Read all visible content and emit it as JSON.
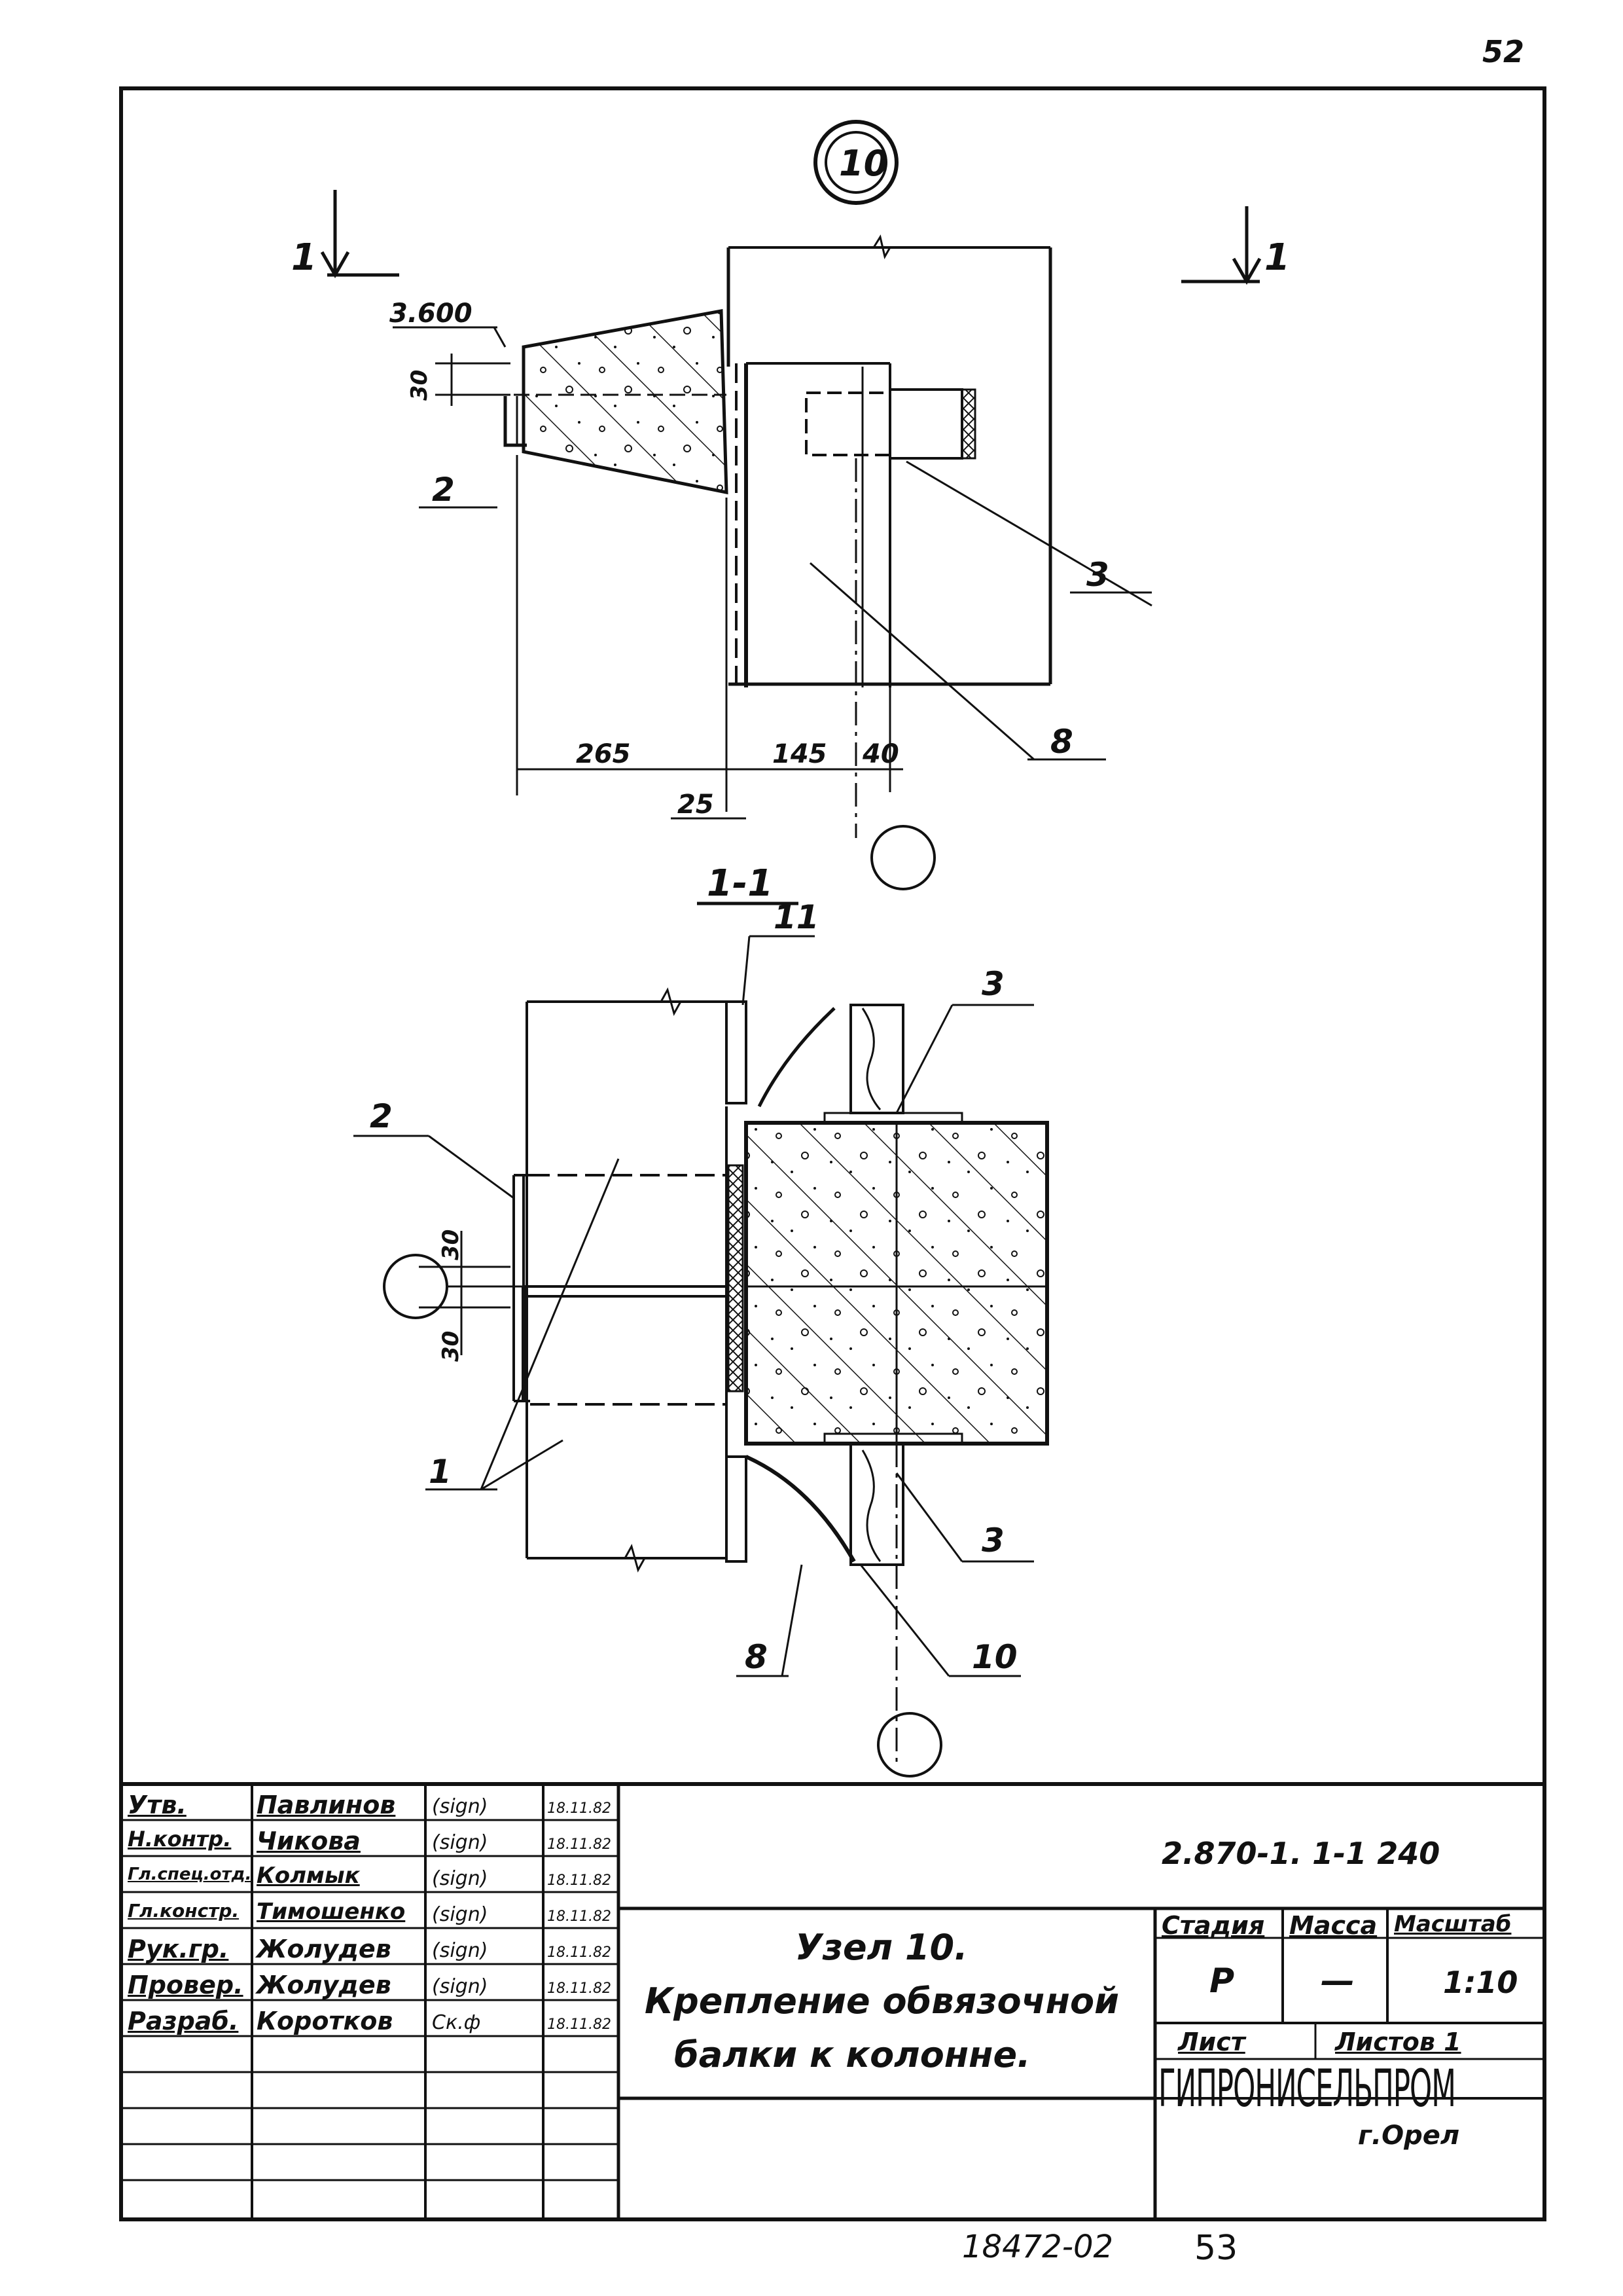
{
  "page_number": "52",
  "node_marker": "10",
  "section_marker": "1",
  "elevation": "3.600",
  "dims_top": {
    "d30": "30",
    "d265": "265",
    "d25": "25",
    "d145": "145",
    "d40": "40"
  },
  "dims_section": {
    "d30a": "30",
    "d30b": "30"
  },
  "section_title": "1-1",
  "callouts_top": {
    "c2": "2",
    "c3": "3",
    "c8": "8"
  },
  "callouts_section": {
    "c11": "11",
    "c3a": "3",
    "c2": "2",
    "c1": "1",
    "c3b": "3",
    "c8": "8",
    "c10": "10"
  },
  "title_block": {
    "signers": [
      {
        "role": "Утв.",
        "name": "Павлинов",
        "sign": "(sign)",
        "date": "18.11.82"
      },
      {
        "role": "Н.контр.",
        "name": "Чикова",
        "sign": "(sign)",
        "date": "18.11.82"
      },
      {
        "role": "Гл.спец.отд.",
        "name": "Колмык",
        "sign": "(sign)",
        "date": "18.11.82"
      },
      {
        "role": "Гл.констр.",
        "name": "Тимошенко",
        "sign": "(sign)",
        "date": "18.11.82"
      },
      {
        "role": "Рук.гр.",
        "name": "Жолудев",
        "sign": "(sign)",
        "date": "18.11.82"
      },
      {
        "role": "Провер.",
        "name": "Жолудев",
        "sign": "(sign)",
        "date": "18.11.82"
      },
      {
        "role": "Разраб.",
        "name": "Коротков",
        "sign": "Ск.ф",
        "date": "18.11.82"
      }
    ],
    "doc_code": "2.870-1. 1-1 240",
    "title_lines": [
      "Узел 10.",
      "Крепление обвязочной",
      "балки к колонне."
    ],
    "stage_label": "Стадия",
    "mass_label": "Масса",
    "scale_label": "Масштаб",
    "stage_value": "Р",
    "mass_value": "—",
    "scale_value": "1:10",
    "sheet_label": "Лист",
    "sheets_label": "Листов 1",
    "org_name": "ГИПРОНИСЕЛЬПРОМ",
    "org_city": "г.Орел"
  },
  "footer": {
    "archive_no": "18472-02",
    "sheet_no": "53"
  }
}
